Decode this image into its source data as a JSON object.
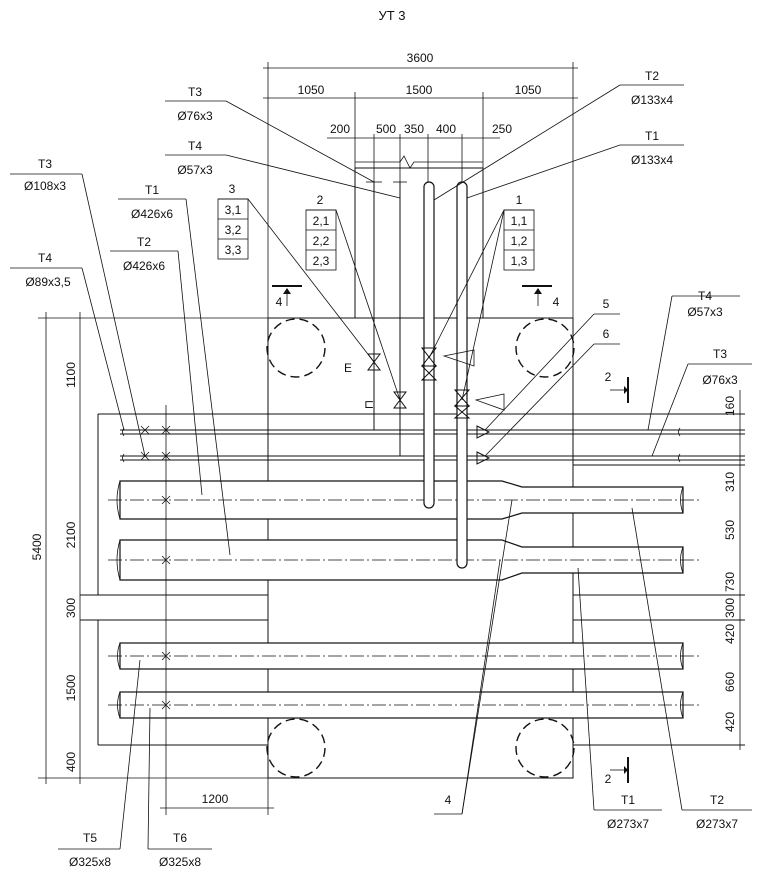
{
  "title": "УТ 3",
  "dimensions": {
    "overall_width": "3600",
    "top_left": "1050",
    "top_mid": "1500",
    "top_right": "1050",
    "s200": "200",
    "s500": "500",
    "s350": "350",
    "s400": "400",
    "s250": "250",
    "left_total": "5400",
    "l1100": "1100",
    "l2100": "2100",
    "l300": "300",
    "l1500": "1500",
    "l400": "400",
    "bottom_1200": "1200",
    "r160": "160",
    "r310": "310",
    "r530": "530",
    "r730": "730",
    "r300": "300",
    "r420a": "420",
    "r660": "660",
    "r420b": "420"
  },
  "pipe_labels": {
    "t3_top": {
      "name": "Т3",
      "size": "Ø76x3"
    },
    "t4_top": {
      "name": "Т4",
      "size": "Ø57x3"
    },
    "t2_top": {
      "name": "Т2",
      "size": "Ø133x4"
    },
    "t1_top": {
      "name": "Т1",
      "size": "Ø133x4"
    },
    "t3_left": {
      "name": "Т3",
      "size": "Ø108x3"
    },
    "t1_left": {
      "name": "Т1",
      "size": "Ø426x6"
    },
    "t2_left": {
      "name": "Т2",
      "size": "Ø426x6"
    },
    "t4_left": {
      "name": "Т4",
      "size": "Ø89x3,5"
    },
    "t4_right": {
      "name": "Т4",
      "size": "Ø57x3"
    },
    "t3_right": {
      "name": "Т3",
      "size": "Ø76x3"
    },
    "t5_bottom": {
      "name": "Т5",
      "size": "Ø325x8"
    },
    "t6_bottom": {
      "name": "Т6",
      "size": "Ø325x8"
    },
    "t1_bottom": {
      "name": "Т1",
      "size": "Ø273x7"
    },
    "t2_bottom": {
      "name": "Т2",
      "size": "Ø273x7"
    }
  },
  "valve_groups": {
    "g3": {
      "num": "3",
      "items": [
        "3,1",
        "3,2",
        "3,3"
      ]
    },
    "g2": {
      "num": "2",
      "items": [
        "2,1",
        "2,2",
        "2,3"
      ]
    },
    "g1": {
      "num": "1",
      "items": [
        "1,1",
        "1,2",
        "1,3"
      ]
    }
  },
  "callouts": {
    "c5": "5",
    "c6": "6",
    "c4": "4"
  },
  "section_marks": {
    "s4_left": "4",
    "s4_right": "4",
    "s2_top": "2",
    "s2_bottom": "2"
  }
}
